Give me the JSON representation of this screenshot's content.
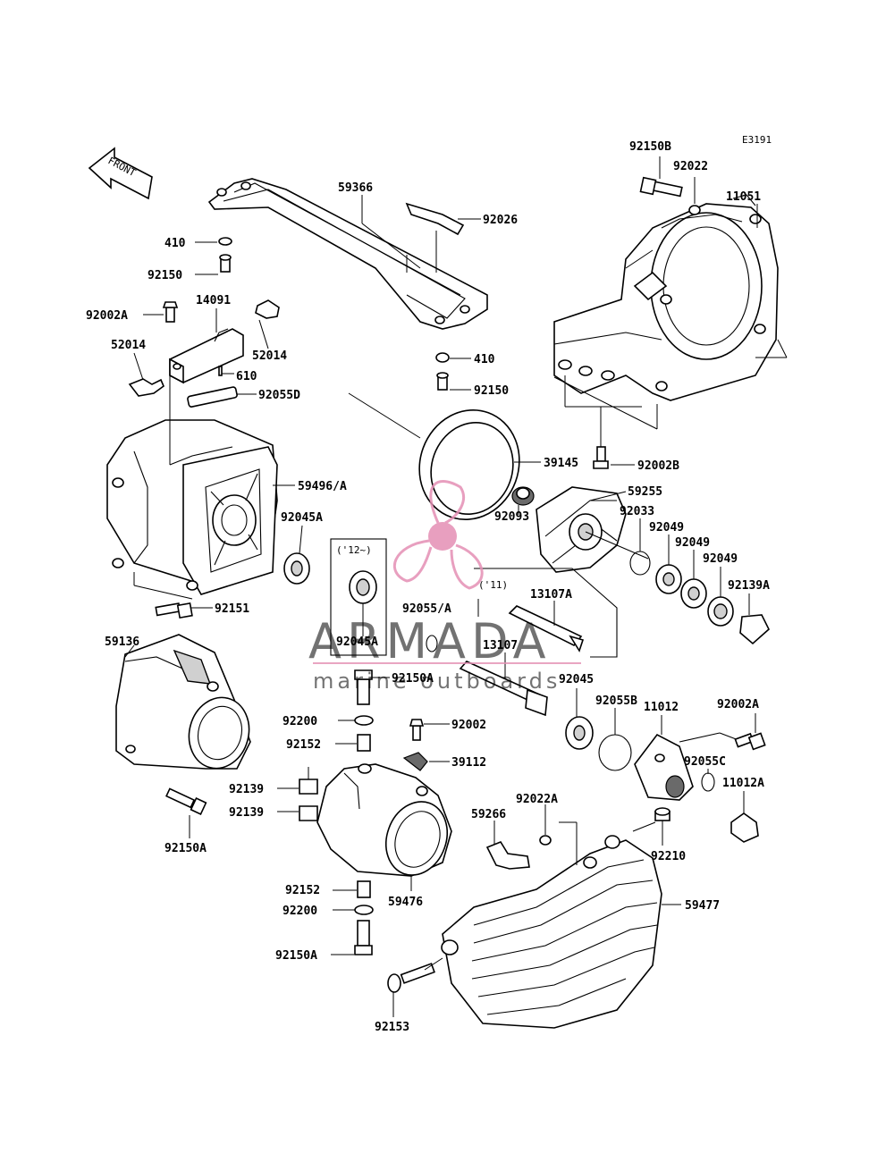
{
  "diagram_code": "E3191",
  "front_label": "FRONT",
  "watermark": {
    "brand": "ARMADA",
    "tagline": "marine outboards",
    "accent_color": "#e48fb4"
  },
  "variant_labels": {
    "v12": "('12~)",
    "v11": "('11)"
  },
  "parts": {
    "p92150B": "92150B",
    "p92022": "92022",
    "p11051": "11051",
    "p59366": "59366",
    "p92026": "92026",
    "p410a": "410",
    "p410b": "410",
    "p92150a": "92150",
    "p92150b": "92150",
    "p14091": "14091",
    "p92002Aa": "92002A",
    "p52014a": "52014",
    "p52014b": "52014",
    "p610": "610",
    "p92055D": "92055D",
    "p92002B": "92002B",
    "p39145": "39145",
    "p59496A": "59496/A",
    "p59255": "59255",
    "p92045A": "92045A",
    "p92093": "92093",
    "p92033": "92033",
    "p92049a": "92049",
    "p92049b": "92049",
    "p92049c": "92049",
    "p92139A": "92139A",
    "p92151": "92151",
    "p92055A": "92055/A",
    "p13107A": "13107A",
    "p13107": "13107",
    "p92045A2": "92045A",
    "p59136": "59136",
    "p92150A1": "92150A",
    "p92045": "92045",
    "p92200a": "92200",
    "p92002": "92002",
    "p92152a": "92152",
    "p39112": "39112",
    "p92055B": "92055B",
    "p11012": "11012",
    "p92002Ab": "92002A",
    "p92055C": "92055C",
    "p92139a": "92139",
    "p92139b": "92139",
    "p11012A": "11012A",
    "p92022A": "92022A",
    "p59266": "59266",
    "p92210": "92210",
    "p92150A2": "92150A",
    "p92152b": "92152",
    "p59476": "59476",
    "p59477": "59477",
    "p92200b": "92200",
    "p92150A3": "92150A",
    "p92153": "92153"
  }
}
